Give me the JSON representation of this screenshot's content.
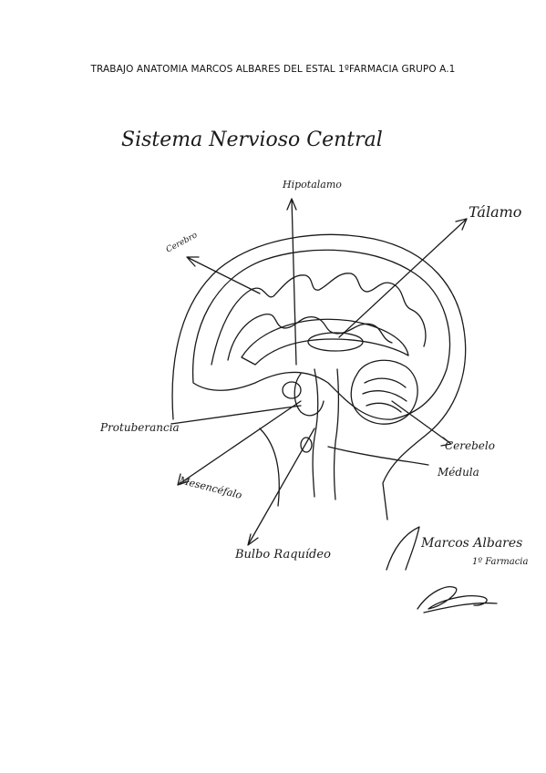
{
  "header": {
    "text": "TRABAJO ANATOMIA MARCOS ALBARES DEL ESTAL 1ºFARMACIA GRUPO A.1"
  },
  "drawing": {
    "title": "Sistema Nervioso Central",
    "labels": {
      "hipotalamo": "Hipotalamo",
      "talamo": "Tálamo",
      "cerebro": "Cerebro",
      "protuberancia": "Protuberancia",
      "mesencefalo": "Mesencéfalo",
      "cerebelo": "Cerebelo",
      "medula": "Médula",
      "bulbo": "Bulbo Raquídeo"
    },
    "signature_name": "Marcos Albares",
    "signature_course": "1º Farmacia"
  },
  "colors": {
    "ink": "#1a1a1a",
    "paper": "#ffffff"
  }
}
